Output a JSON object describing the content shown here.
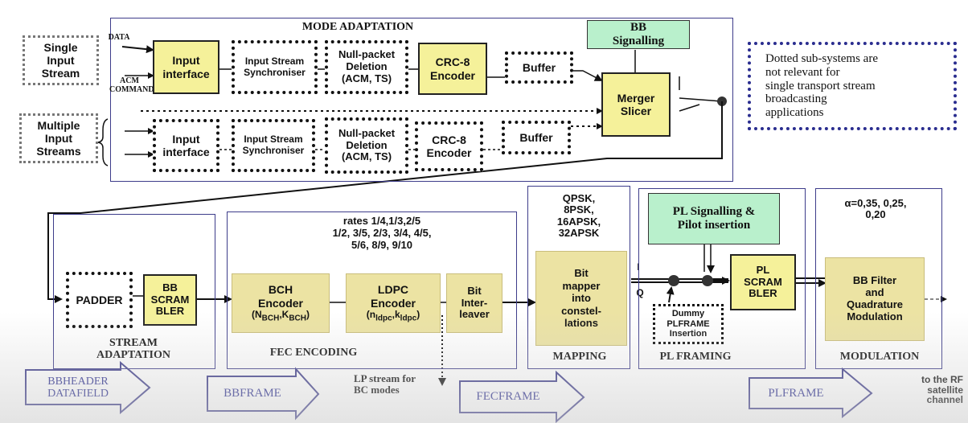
{
  "mode_adaptation": {
    "title": "MODE ADAPTATION",
    "single_input_stream": "Single\nInput\nStream",
    "multiple_input_streams": "Multiple\nInput\nStreams",
    "data_label": "DATA",
    "acm_command_label": "ACM\nCOMMAND",
    "input_interface": "Input\ninterface",
    "input_stream_synchroniser": "Input Stream\nSynchroniser",
    "null_packet_deletion": "Null-packet\nDeletion\n(ACM, TS)",
    "crc8_encoder": "CRC-8\nEncoder",
    "buffer": "Buffer",
    "bb_signalling": "BB\nSignalling",
    "merger_slicer": "Merger\nSlicer"
  },
  "note": "Dotted sub-systems are\nnot relevant for\nsingle transport stream\nbroadcasting\napplications",
  "stream_adaptation": {
    "title": "STREAM\nADAPTATION",
    "padder": "PADDER",
    "bb_scrambler": "BB\nSCRAM\nBLER"
  },
  "fec_encoding": {
    "title": "FEC ENCODING",
    "rates": "rates 1/4,1/3,2/5\n1/2, 3/5, 2/3, 3/4, 4/5,\n5/6, 8/9, 9/10",
    "bch_encoder": "BCH\nEncoder",
    "bch_params": "(NBCH,KBCH)",
    "ldpc_encoder": "LDPC\nEncoder",
    "ldpc_params": "(nldpc,kldpc)",
    "bit_interleaver": "Bit\nInter-\nleaver",
    "lp_stream": "LP stream for\nBC modes"
  },
  "mapping": {
    "title": "MAPPING",
    "constellations": "QPSK,\n8PSK,\n16APSK,\n32APSK",
    "bit_mapper": "Bit\nmapper\ninto\nconstel-\nlations",
    "i_label": "I",
    "q_label": "Q"
  },
  "pl_framing": {
    "title": "PL FRAMING",
    "pl_signalling": "PL Signalling &\nPilot insertion",
    "pl_scrambler": "PL\nSCRAM\nBLER",
    "dummy_plframe": "Dummy\nPLFRAME\nInsertion"
  },
  "modulation": {
    "title": "MODULATION",
    "alpha": "α=0,35, 0,25,\n0,20",
    "bb_filter": "BB Filter\nand\nQuadrature\nModulation",
    "output": "to the RF\nsatellite\nchannel"
  },
  "frames": {
    "bbheader": "BBHEADER\nDATAFIELD",
    "bbframe": "BBFRAME",
    "fecframe": "FECFRAME",
    "plframe": "PLFRAME"
  }
}
